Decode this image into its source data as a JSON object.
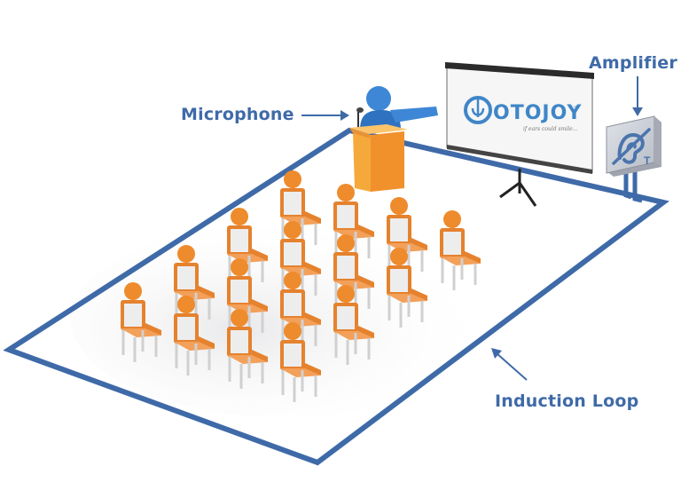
{
  "labels": {
    "microphone": "Microphone",
    "amplifier": "Amplifier",
    "induction_loop": "Induction Loop"
  },
  "screen": {
    "brand": "OTOJOY",
    "tm": "™",
    "tagline": "if ears could smile..."
  },
  "amplifier_symbol": "T",
  "colors": {
    "loop_blue": "#3f6aa8",
    "chair_orange": "#e5822e",
    "person_orange": "#ee8b2c",
    "podium_orange": "#f6a93b",
    "speaker_blue": "#3d87d6",
    "amplifier_grey": "#c9ccd3"
  },
  "icons": [
    "microphone-icon",
    "hearing-loop-icon",
    "projector-screen-icon",
    "podium-icon",
    "person-icon",
    "chair-icon"
  ],
  "audience": {
    "rows": 4,
    "seats_per_row": 4,
    "total_seats": 16
  }
}
